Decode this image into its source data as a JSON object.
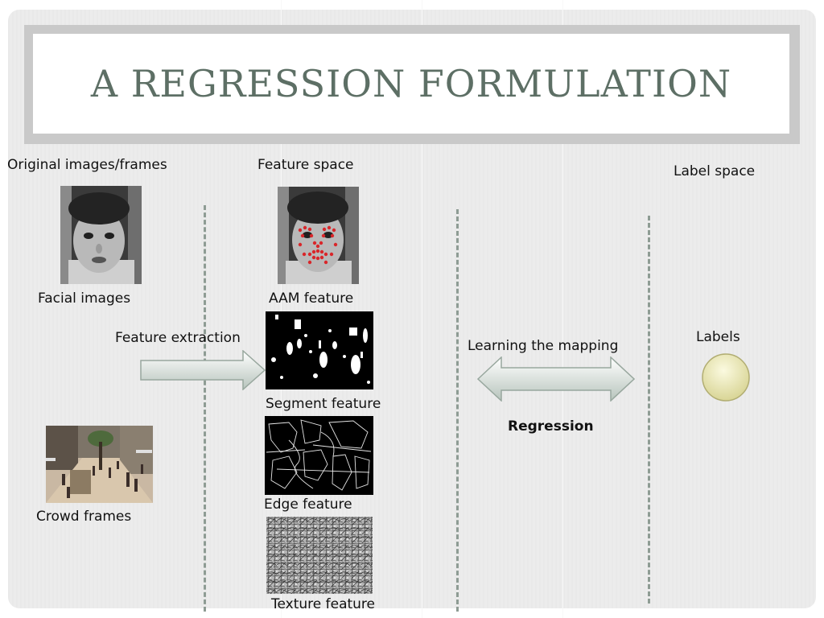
{
  "title": "A REGRESSION FORMULATION",
  "columns": {
    "original": "Original images/frames",
    "feature": "Feature space",
    "label": "Label space"
  },
  "labels": {
    "facial_images": "Facial images",
    "crowd_frames": "Crowd frames",
    "aam_feature": "AAM feature",
    "feature_extraction": "Feature extraction",
    "segment_feature": "Segment feature",
    "edge_feature": "Edge feature",
    "texture_feature": "Texture feature",
    "learning_mapping": "Learning the mapping",
    "regression": "Regression",
    "labels": "Labels"
  },
  "colors": {
    "title": "#5d6f65",
    "arrow_fill": "#c8d3cc",
    "arrow_stroke": "#98a79e",
    "label_circle": "#e6e3a4",
    "dashed_divider": "#8e9c94"
  }
}
